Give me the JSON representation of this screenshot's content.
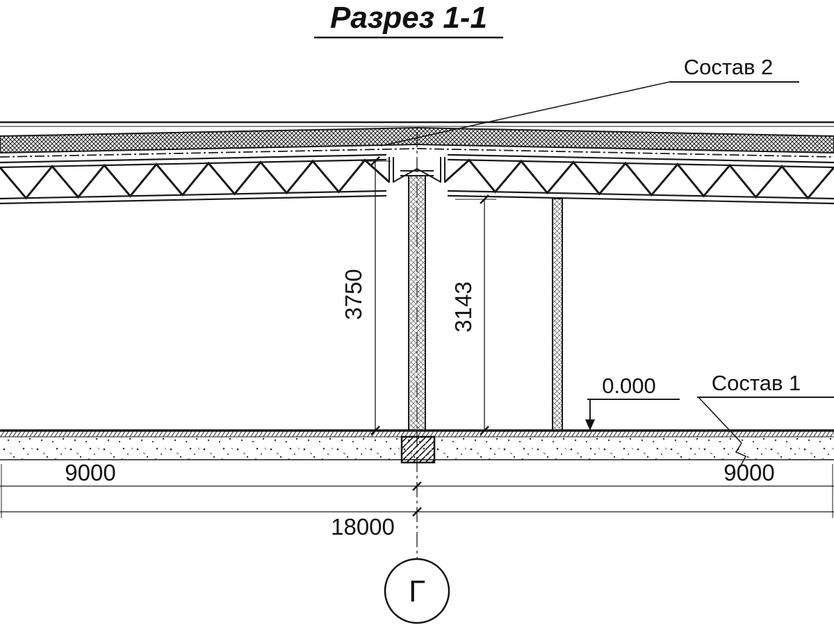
{
  "drawing": {
    "title": "Разрез 1-1",
    "callouts": {
      "sostav_2": "Состав 2",
      "sostav_1": "Состав 1"
    },
    "elevation": {
      "zero_mark": "0.000"
    },
    "dimensions": {
      "height_total": "3750",
      "height_clear": "3143",
      "span_left": "9000",
      "span_right": "9000",
      "span_total": "18000"
    },
    "axis": {
      "label": "Г"
    },
    "colors": {
      "line": "#1a1a1a",
      "background": "#ffffff"
    }
  }
}
